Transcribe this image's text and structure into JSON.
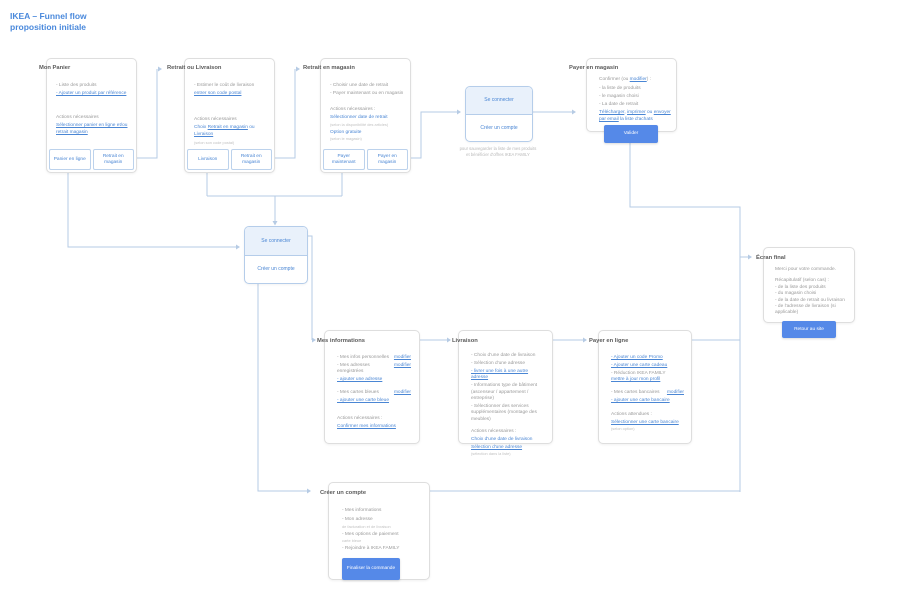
{
  "page": {
    "title": "IKEA – Funnel flow",
    "subtitle": "proposition initiale"
  },
  "colors": {
    "accent_blue": "#4a86d4",
    "button_fill": "#5589e8",
    "light_fill": "#e9f1fb",
    "connector": "#b6cbe4"
  },
  "mon_panier": {
    "title": "Mon Panier",
    "item_list": "- Liste des produits",
    "link_add_product": "- Ajouter un produit par référence",
    "actions_label": "Actions nécessaires",
    "action_link": "Sélectionner panier en ligne et/ou retrait magasin",
    "btn_online": "Panier en ligne",
    "btn_store": "Retrait en magasin"
  },
  "retrait_ou_livraison": {
    "title": "Retrait ou Livraison",
    "item_estimate": "- Estimer le coût de livraison",
    "link_postal": "entrer son code postal",
    "actions_label": "Actions nécessaires",
    "action_prefix": "Choix ",
    "action_link_store": "Retrait en magasin",
    "action_mid": " ou ",
    "action_link_delivery": "Livraison",
    "action_note": "(selon son code postal)",
    "btn_delivery": "Livraison",
    "btn_store": "Retrait en magasin"
  },
  "retrait_en_magasin": {
    "title": "Retrait en magasin",
    "item_date": "- Choisir une date de retrait",
    "item_pay": "- Payer maintenant ou en magasin",
    "actions_label": "Actions nécessaires :",
    "action_date": "Sélectionner date de retrait",
    "action_date_note": "(selon la disponibilité des articles)",
    "action_free": "Option gratuite",
    "action_free_note": "(selon le magasin)",
    "btn_pay_now": "Payer maintenant",
    "btn_pay_store": "Payer en magasin"
  },
  "connect_mini": {
    "connect": "Se connecter",
    "create": "Créer un compte",
    "caption_line1": "pour sauvegarder la liste de mes produits",
    "caption_line2": "et bénéficier d'offres IKEA FAMILY"
  },
  "payer_en_magasin": {
    "title": "Payer en magasin",
    "confirm_prefix": "Confirmer (ou ",
    "confirm_link": "modifier",
    "confirm_suffix": ") :",
    "item_products": "- la liste de produits",
    "item_store": "- le magasin choisi",
    "item_date": "- La date de retrait",
    "dl_link1": "Télécharger",
    "dl_sep1": ", ",
    "dl_link2": "imprimer",
    "dl_sep2": " ou ",
    "dl_link3": "envoyer par email",
    "dl_suffix": " la liste d'achats",
    "btn_validate": "Valider"
  },
  "connect_main": {
    "connect": "Se connecter",
    "create": "Créer un compte"
  },
  "ecran_final": {
    "title": "Écran final",
    "thanks": "Merci pour votre commande.",
    "recap_label": "Récapitulatif (selon cas) :",
    "recap_1": "- de la liste des produits",
    "recap_2": "- du magasin choisi",
    "recap_3": "- de la date de retrait ou livraison",
    "recap_4": "- de l'adresse de livraison (si applicable)",
    "btn_back": "Retour au site"
  },
  "mes_informations": {
    "title": "Mes informations",
    "item_infos": "- Mes infos personnelles",
    "item_infos_link": "modifier",
    "item_addresses": "- Mes adresses enregistrées",
    "item_addresses_link": "modifier",
    "link_add_address": "- ajouter une adresse",
    "item_cards": "- Mes cartes bleues",
    "item_cards_link": "modifier",
    "link_add_card": "- ajouter une carte bleue",
    "actions_label": "Actions nécessaires :",
    "action_link": "Confirmer mes informations"
  },
  "livraison": {
    "title": "Livraison",
    "item_date": "- Choix d'une date de livraison",
    "item_address": "- Sélection d'une adresse",
    "link_other_address": "- livrer une fois à une autre adresse",
    "item_building": "- Informations type de bâtiment (ascenseur / appartement / entreprise)",
    "item_services": "- Sélectionner des services supplémentaires (montage des meubles)",
    "actions_label": "Actions nécessaires :",
    "action_date": "Choix d'une date de livraison",
    "action_address": "Sélection d'une adresse",
    "action_note": "(sélection dans la liste)"
  },
  "payer_en_ligne": {
    "title": "Payer en ligne",
    "link_promo": "- Ajouter un code Promo",
    "link_gift": "- Ajouter une carte cadeau",
    "item_family": "- Réduction IKEA FAMILY",
    "link_profile": "mettre à jour mon profil",
    "item_cards": "- Mes cartes bancaires",
    "item_cards_link": "modifier",
    "link_add_card": "- ajouter une carte bancaire",
    "actions_label": "Actions attendues :",
    "action_link": "Sélectionner une carte bancaire",
    "action_note": "(selon option)"
  },
  "creer_un_compte": {
    "title": "Créer un compte",
    "item_infos": "- Mes informations",
    "item_address": "- Mon adresse",
    "item_address_sub": "de facturation et de livraison",
    "item_payment": "- Mes options de paiement",
    "item_payment_sub": "carte bleue",
    "item_family": "- Rejoindre à IKEA FAMILY",
    "btn_finalize": "Finaliser la commande"
  }
}
